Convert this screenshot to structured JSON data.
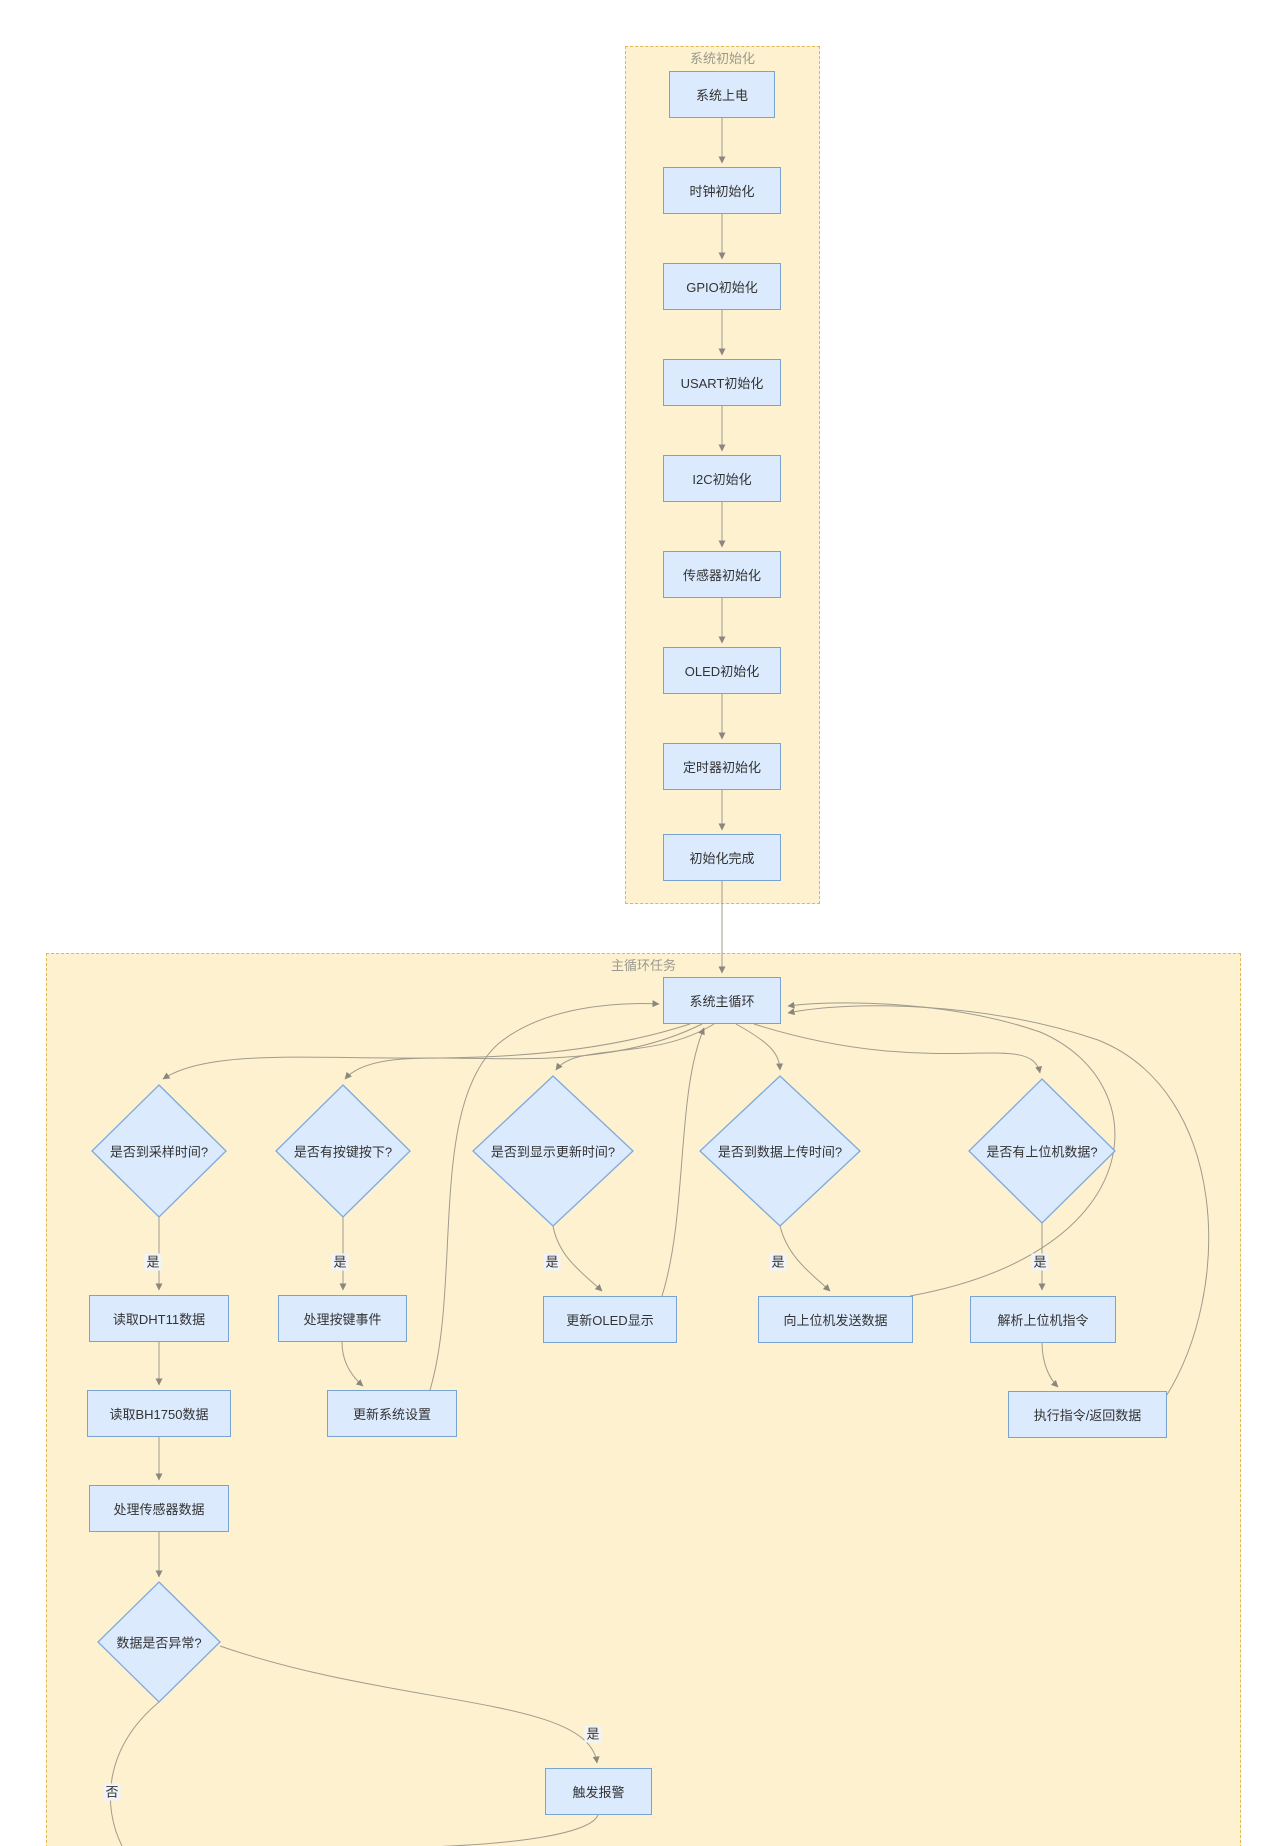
{
  "init": {
    "title": "系统初始化",
    "nodes": [
      "系统上电",
      "时钟初始化",
      "GPIO初始化",
      "USART初始化",
      "I2C初始化",
      "传感器初始化",
      "OLED初始化",
      "定时器初始化",
      "初始化完成"
    ]
  },
  "loop": {
    "title": "主循环任务",
    "main": "系统主循环",
    "decisions": [
      "是否到采样时间?",
      "是否有按键按下?",
      "是否到显示更新时间?",
      "是否到数据上传时间?",
      "是否有上位机数据?"
    ],
    "anomaly": "数据是否异常?",
    "actions": [
      "读取DHT11数据",
      "读取BH1750数据",
      "处理传感器数据",
      "处理按键事件",
      "更新系统设置",
      "更新OLED显示",
      "向上位机发送数据",
      "解析上位机指令",
      "执行指令/返回数据",
      "触发报警"
    ],
    "yes": "是",
    "no": "否"
  },
  "colors": {
    "container_fill": "#fdf1cf",
    "container_border": "#e0b84f",
    "node_fill": "#dbeafd",
    "node_border": "#79a3d3",
    "edge": "#a09b8e",
    "text": "#333333",
    "section_title": "#9a9a8e"
  }
}
